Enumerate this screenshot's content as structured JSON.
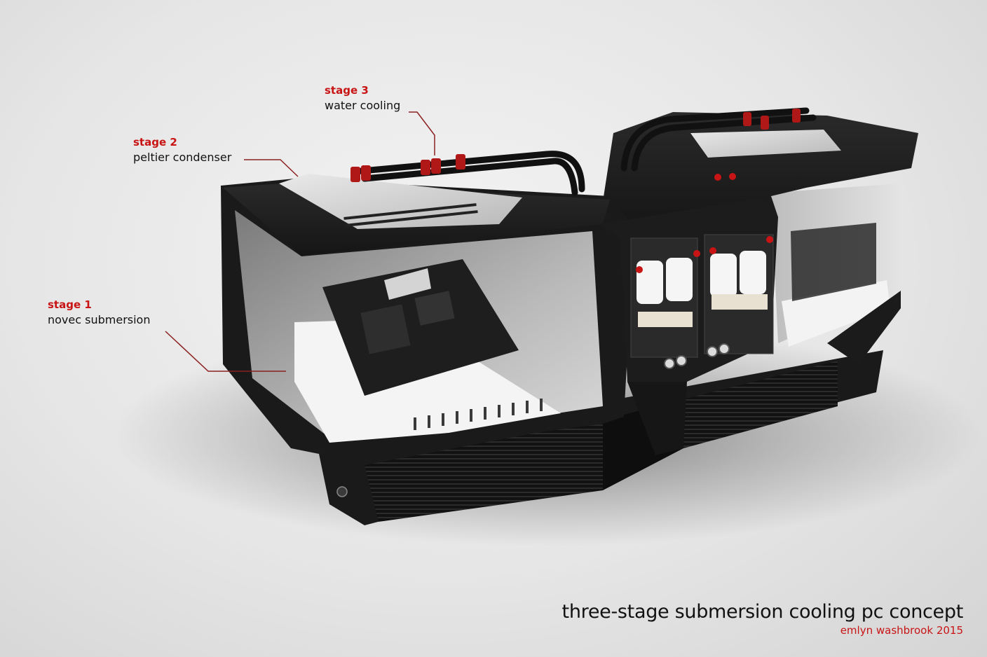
{
  "callouts": [
    {
      "stage": "stage 3",
      "description": "water cooling"
    },
    {
      "stage": "stage 2",
      "description": "peltier condenser"
    },
    {
      "stage": "stage 1",
      "description": "novec submersion"
    }
  ],
  "caption": {
    "title": "three-stage submersion cooling pc concept",
    "credit": "emlyn washbrook 2015"
  },
  "colors": {
    "accent": "#c81414",
    "case": "#1b1b1b",
    "background": "#e8e8e8"
  }
}
